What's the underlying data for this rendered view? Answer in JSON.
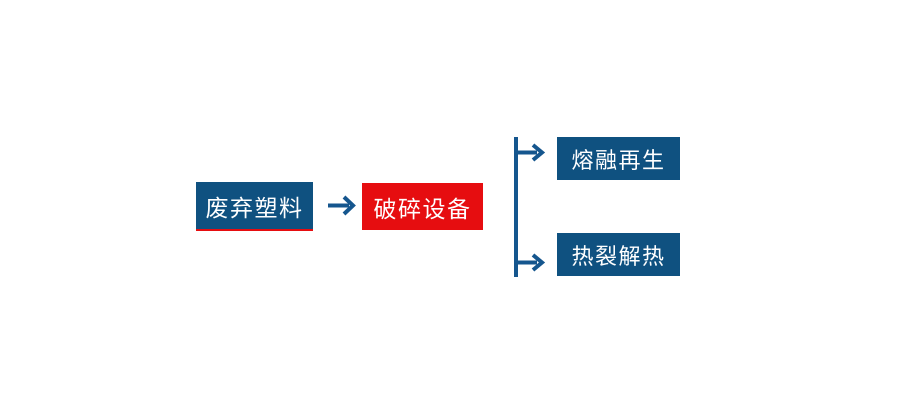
{
  "colors": {
    "node_blue": "#0f5180",
    "node_red": "#e60d10",
    "arrow_blue": "#15568e",
    "underline_red": "#e60d10",
    "text_color": "#ffffff",
    "canvas_bg": "#ffffff"
  },
  "flowchart": {
    "nodes": [
      {
        "id": "waste-plastic",
        "label": "废弃塑料",
        "color": "#0f5180"
      },
      {
        "id": "crushing-equipment",
        "label": "破碎设备",
        "color": "#e60d10"
      },
      {
        "id": "melt-regeneration",
        "label": "熔融再生",
        "color": "#0f5180"
      },
      {
        "id": "pyrolysis-heat",
        "label": "热裂解热",
        "color": "#0f5180"
      }
    ],
    "connectors": [
      {
        "id": "main-arrow",
        "from": "waste-plastic",
        "to": "crushing-equipment",
        "type": "arrow-right"
      },
      {
        "id": "branch-arrow-top",
        "to": "melt-regeneration",
        "type": "arrow-right"
      },
      {
        "id": "branch-arrow-bottom",
        "to": "pyrolysis-heat",
        "type": "arrow-right"
      }
    ]
  }
}
